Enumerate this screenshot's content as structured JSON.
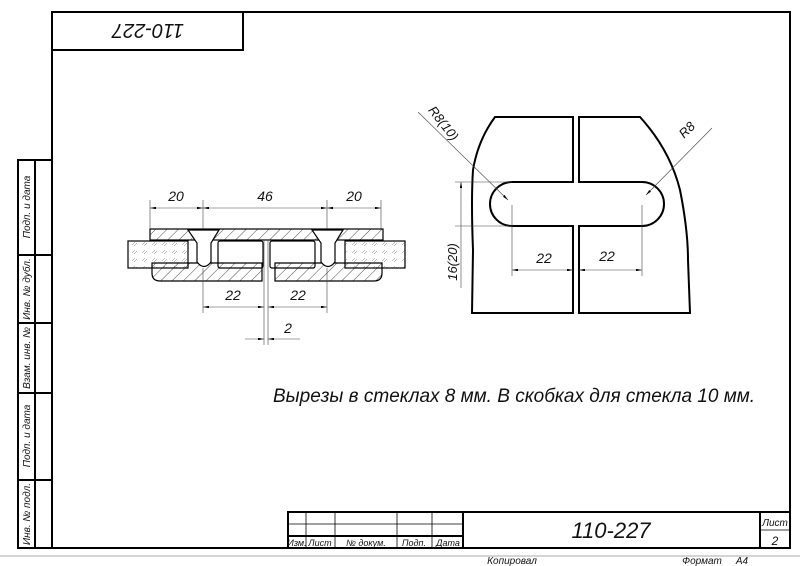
{
  "stamp_top": "110-227",
  "side_strip": [
    "Подп. и дата",
    "Инв. № дубл.",
    "Взам. инв. №",
    "Подп. и дата",
    "Инв. № подл."
  ],
  "section_view": {
    "dims_top": [
      "20",
      "46",
      "20"
    ],
    "dims_bottom": [
      "22",
      "22"
    ],
    "gap": "2"
  },
  "plan_view": {
    "radius_left": "R8(10)",
    "radius_right": "R8",
    "height": "16(20)",
    "dims": [
      "22",
      "22"
    ]
  },
  "note": "Вырезы в стеклах 8 мм. В скобках для стекла 10 мм.",
  "title_block": {
    "columns": [
      "Изм.",
      "Лист",
      "№ докум.",
      "Подп.",
      "Дата"
    ],
    "designation": "110-227",
    "sheet_label": "Лист",
    "sheet_number": "2"
  },
  "footer": {
    "copied": "Копировал",
    "format_label": "Формат",
    "format_value": "A4"
  }
}
